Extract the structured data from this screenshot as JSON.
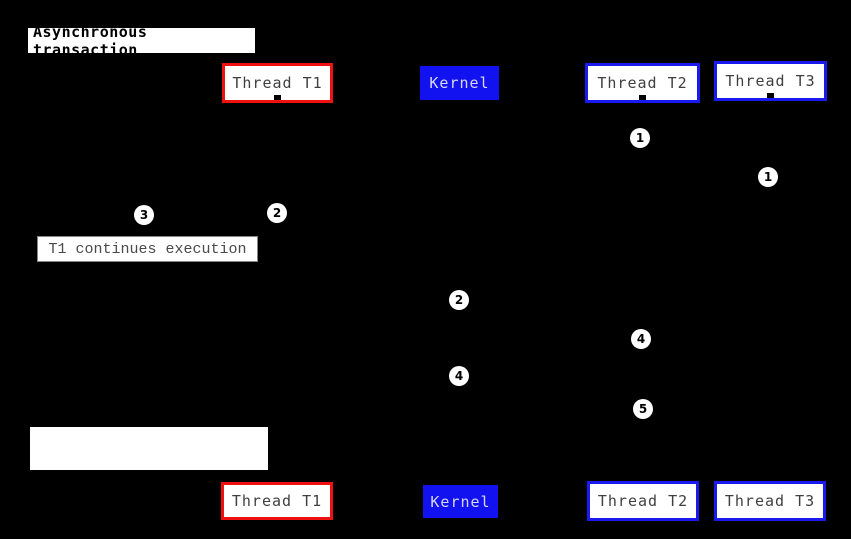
{
  "diagram": {
    "type": "sequence-diagram",
    "title": "Asynchronous transaction",
    "actors": {
      "t1": "Thread T1",
      "kernel": "Kernel",
      "t2": "Thread T2",
      "t3": "Thread T3"
    },
    "notes": {
      "t1_continues": "T1 continues execution",
      "blank": ""
    },
    "markers": [
      {
        "label": "1"
      },
      {
        "label": "1"
      },
      {
        "label": "2"
      },
      {
        "label": "3"
      },
      {
        "label": "2"
      },
      {
        "label": "4"
      },
      {
        "label": "4"
      },
      {
        "label": "5"
      }
    ],
    "colors": {
      "background": "#000000",
      "t1_border": "#ef1111",
      "t2_t3_border": "#1a1aef",
      "kernel_fill": "#1212f0",
      "kernel_text": "#d8d8f0",
      "box_fill": "#ffffff",
      "actor_text": "#3f3f3f",
      "title_text": "#000000",
      "note_text": "#4a4a4a",
      "marker_fill": "#ffffff",
      "marker_text": "#000000"
    }
  }
}
